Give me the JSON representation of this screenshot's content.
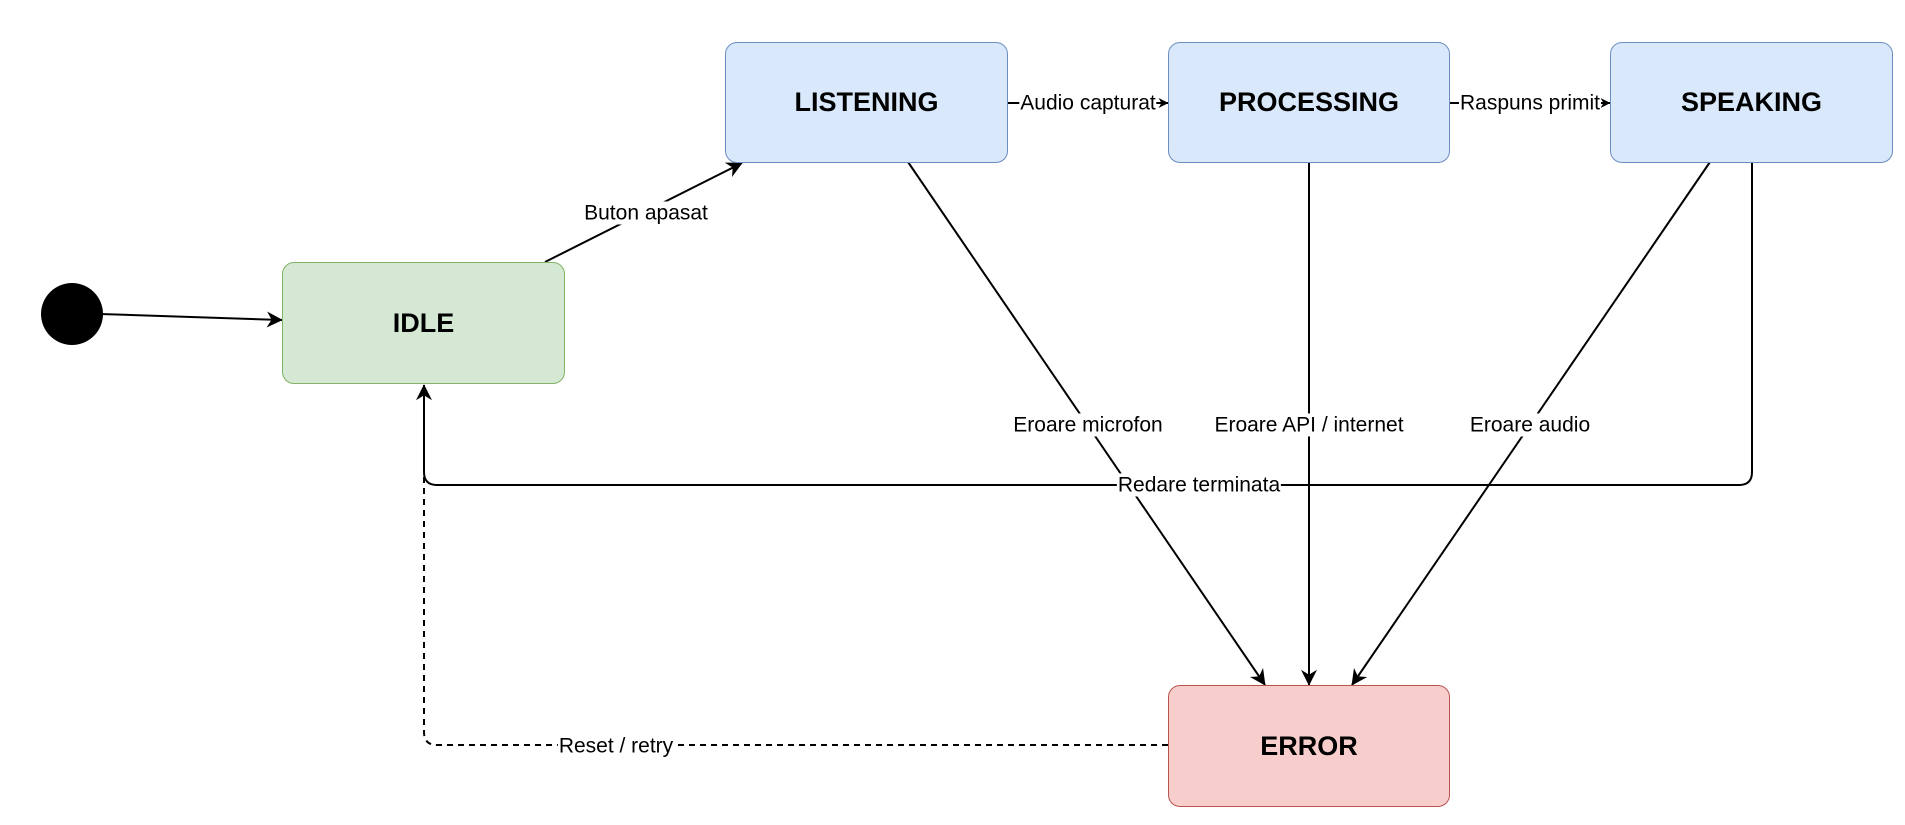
{
  "diagram": {
    "type": "state-machine",
    "colors": {
      "idle_fill": "#d5e8d4",
      "idle_stroke": "#82b366",
      "active_fill": "#dae8fc",
      "active_stroke": "#6c8ebf",
      "error_fill": "#f8cecc",
      "error_stroke": "#b85450",
      "edge": "#000000"
    },
    "nodes": {
      "idle": {
        "label": "IDLE"
      },
      "listening": {
        "label": "LISTENING"
      },
      "processing": {
        "label": "PROCESSING"
      },
      "speaking": {
        "label": "SPEAKING"
      },
      "error": {
        "label": "ERROR"
      }
    },
    "edges": {
      "start_to_idle": {
        "label": ""
      },
      "idle_to_listening": {
        "label": "Buton apasat"
      },
      "listening_to_processing": {
        "label": "Audio capturat"
      },
      "processing_to_speaking": {
        "label": "Raspuns primit"
      },
      "listening_to_error": {
        "label": "Eroare microfon"
      },
      "processing_to_error": {
        "label": "Eroare API / internet"
      },
      "speaking_to_error": {
        "label": "Eroare audio"
      },
      "speaking_to_idle": {
        "label": "Redare terminata"
      },
      "error_to_idle": {
        "label": "Reset / retry"
      }
    }
  }
}
